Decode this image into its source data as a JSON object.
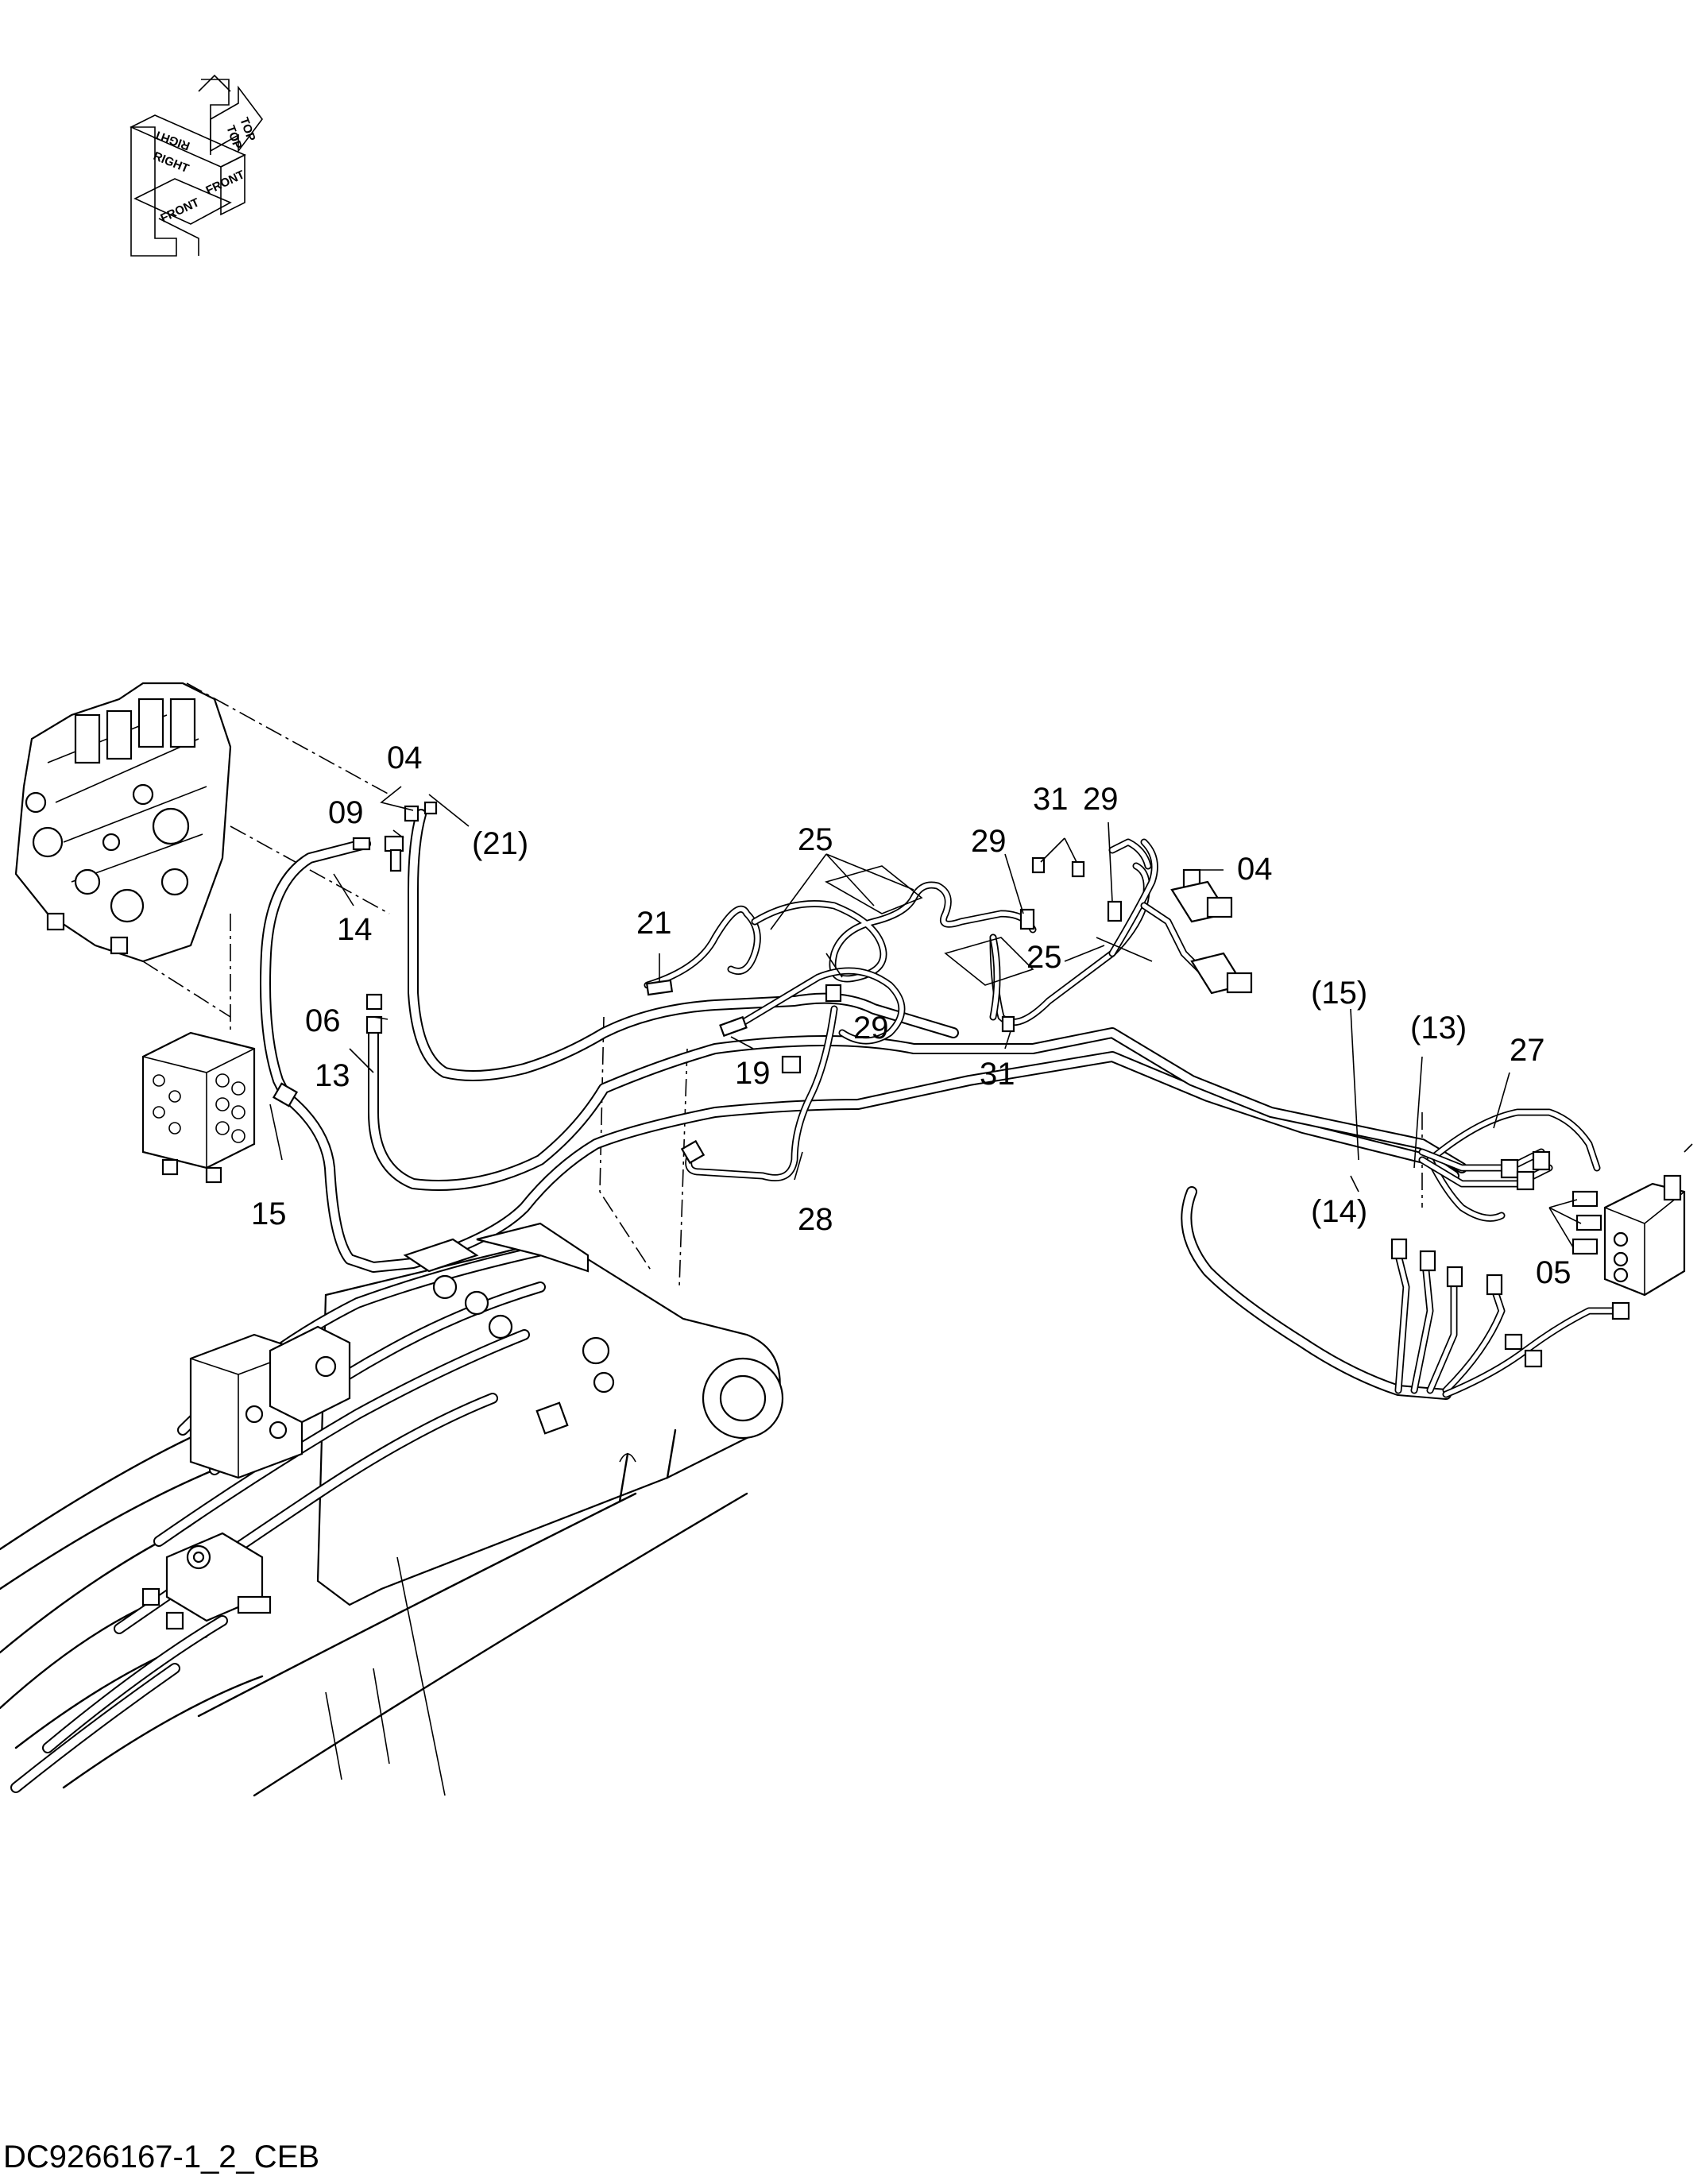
{
  "orientation_compass": {
    "labels": [
      "TOP",
      "RIGHT",
      "FRONT"
    ]
  },
  "callouts": {
    "c04_left": "04",
    "c09": "09",
    "c21_paren": "(21)",
    "c14": "14",
    "c06": "06",
    "c13": "13",
    "c15": "15",
    "c21": "21",
    "c25_top": "25",
    "c29_left": "29",
    "c19": "19",
    "c28": "28",
    "c31_top": "31",
    "c29_right": "29",
    "c29_mid": "29",
    "c25_mid": "25",
    "c31_bottom": "31",
    "c04_right": "04",
    "c15_paren": "(15)",
    "c13_paren": "(13)",
    "c27": "27",
    "c14_paren": "(14)",
    "c05": "05"
  },
  "footer": {
    "drawing_code": "DC9266167-1_2_CEB"
  }
}
